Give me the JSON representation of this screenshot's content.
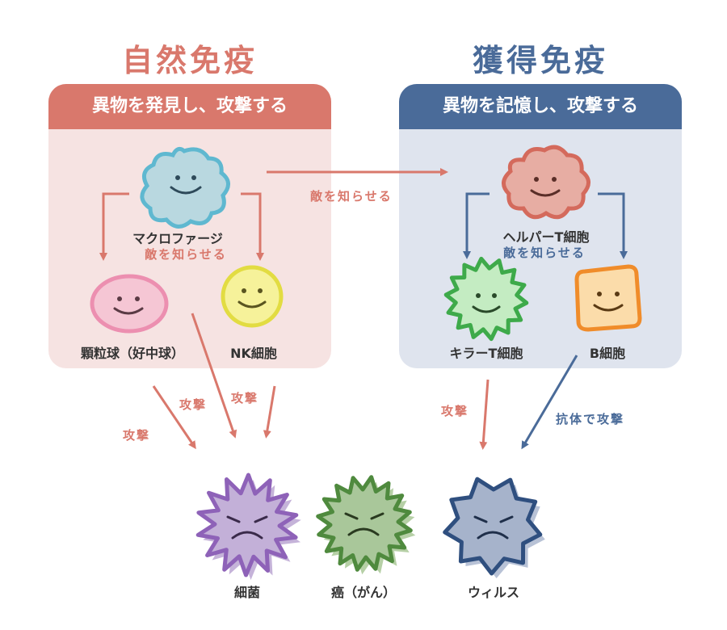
{
  "innate": {
    "title": "自然免疫",
    "header": "異物を発見し、攻撃する",
    "cells": {
      "macrophage": "マクロファージ",
      "granulocyte": "顆粒球（好中球）",
      "nk": "NK細胞"
    },
    "inform": "敵を知らせる"
  },
  "adaptive": {
    "title": "獲得免疫",
    "header": "異物を記憶し、攻撃する",
    "cells": {
      "helper_t": "ヘルパーT細胞",
      "killer_t": "キラーT細胞",
      "b_cell": "B細胞"
    },
    "inform": "敵を知らせる"
  },
  "cross_inform": "敵を知らせる",
  "actions": {
    "attack_1": "攻撃",
    "attack_2": "攻撃",
    "attack_3": "攻撃",
    "attack_4": "攻撃",
    "antibody_attack": "抗体で攻撃"
  },
  "pathogens": {
    "bacteria": "細菌",
    "cancer": "癌（がん）",
    "virus": "ウィルス"
  },
  "colors": {
    "innate": "#d9786c",
    "innate_bg": "#f6e3e2",
    "adaptive": "#4a6b99",
    "adaptive_bg": "#dfe4ee"
  }
}
